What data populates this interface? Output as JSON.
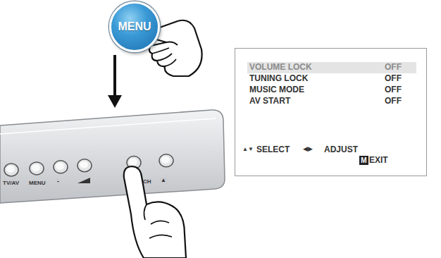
{
  "diagram": {
    "nodes": [
      {
        "text": [
          "MENU"
        ]
      },
      {
        "text": [
          "TV/AV",
          "MENU",
          "-",
          "▼",
          "CH",
          "▲"
        ]
      },
      {
        "text": [
          "VOLUME LOCK",
          "OFF",
          "TUNING LOCK",
          "OFF",
          "MUSIC MODE",
          "OFF",
          "AV START",
          "OFF",
          "▲▼",
          "SELECT",
          "◀▶",
          "ADJUST",
          "EXIT"
        ]
      },
      {
        "text": [
          "M"
        ],
        "in": 2
      }
    ],
    "edges": [
      {
        "from": 0,
        "to": 1,
        "arrow": "to"
      }
    ]
  }
}
